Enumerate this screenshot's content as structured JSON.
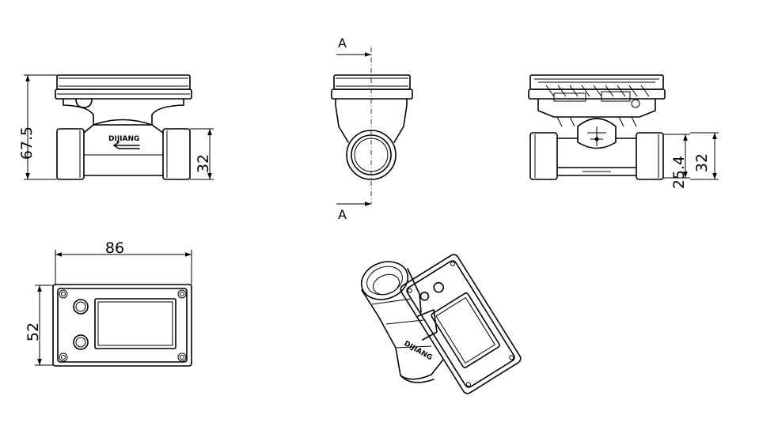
{
  "front_view": {
    "brand_label": "DIJIANG",
    "dim_height": "67.5",
    "dim_pipe_diameter": "32"
  },
  "side_view": {
    "section_label_top": "A",
    "section_label_bottom": "A"
  },
  "section_view": {
    "dim_inner_diameter": "25.4",
    "dim_outer_diameter": "32"
  },
  "top_view": {
    "dim_width": "86",
    "dim_depth": "52"
  },
  "iso_view": {
    "brand_label": "DIJIANG"
  }
}
